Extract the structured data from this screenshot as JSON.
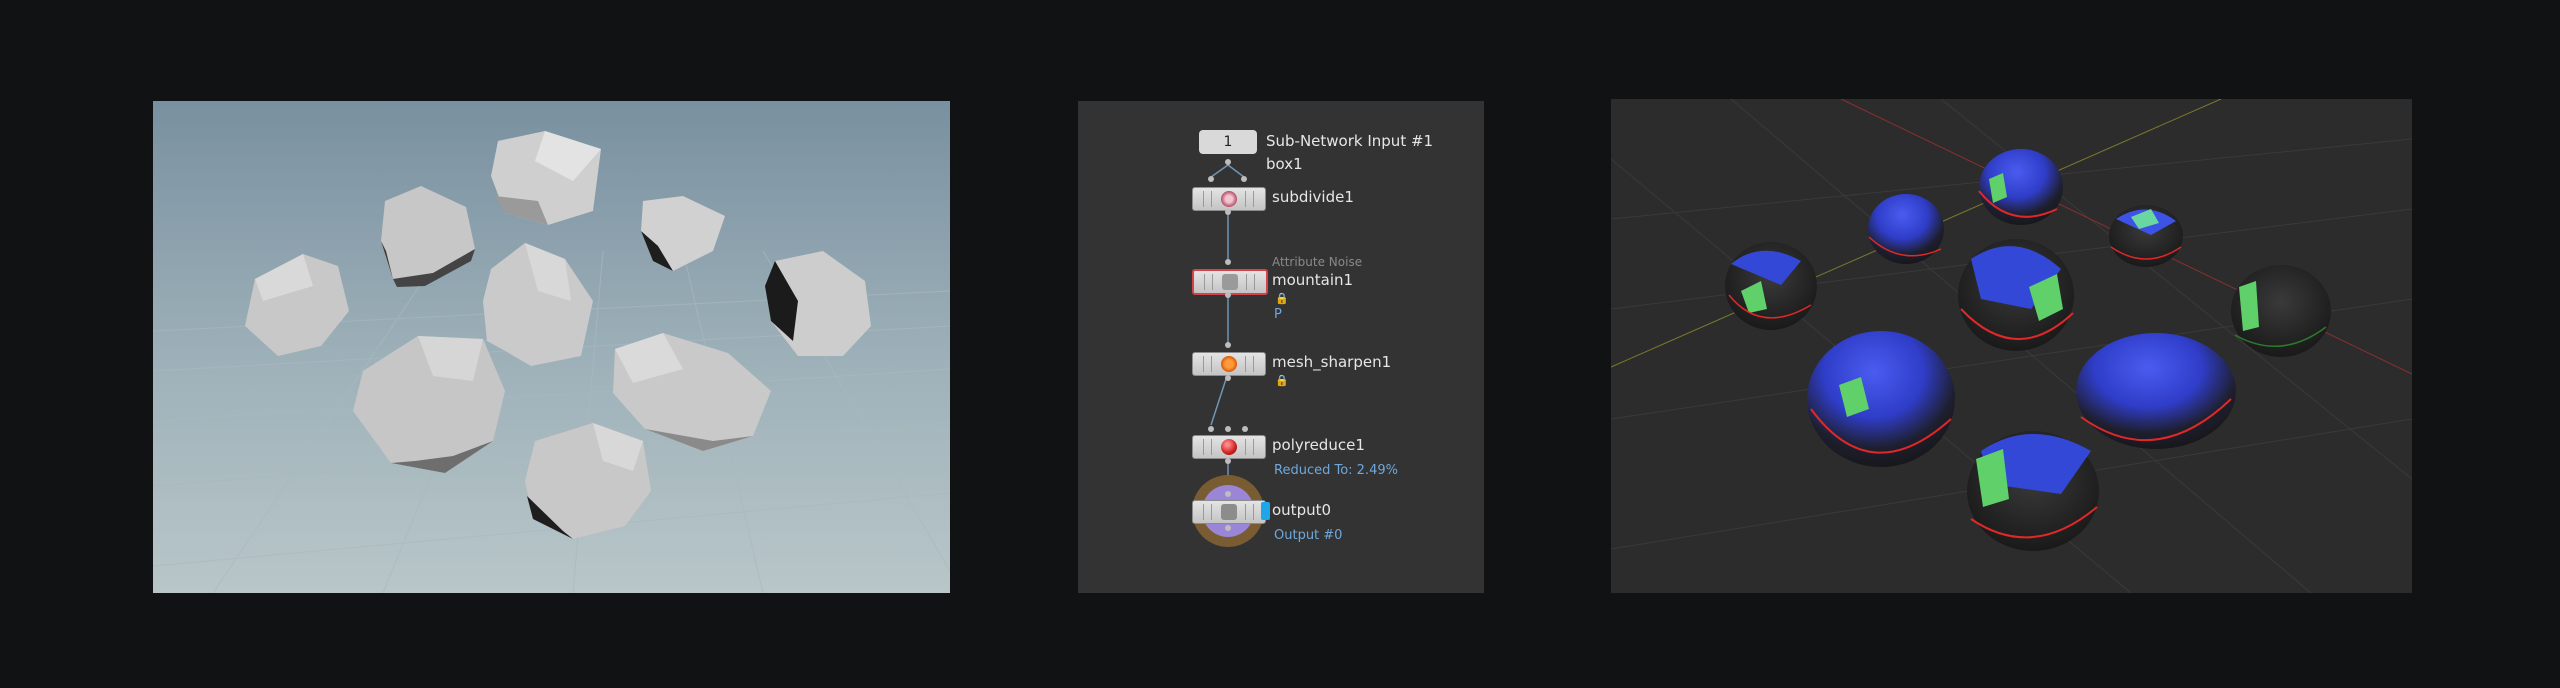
{
  "network": {
    "input_number": "1",
    "input_label": "Sub-Network Input #1",
    "box_label": "box1",
    "nodes": [
      {
        "name": "subdivide1"
      },
      {
        "name": "mountain1",
        "type": "Attribute Noise",
        "attr": "P"
      },
      {
        "name": "mesh_sharpen1"
      },
      {
        "name": "polyreduce1",
        "info": "Reduced To: 2.49%"
      },
      {
        "name": "output0",
        "info": "Output #0"
      }
    ]
  },
  "icons": {
    "lock": "lock-icon",
    "subdivide": "subdivide-icon",
    "noise": "noise-icon",
    "sharpen": "sharpen-icon",
    "reduce": "polyreduce-icon",
    "output": "output-icon"
  },
  "colors": {
    "panel_bg": "#333333",
    "wire": "#6f95b3",
    "info_text": "#6fa8dc",
    "selected": "#d0444c",
    "rock_blue": "#3448d8",
    "rock_green": "#5fd06a",
    "edge_red": "#e02828"
  }
}
